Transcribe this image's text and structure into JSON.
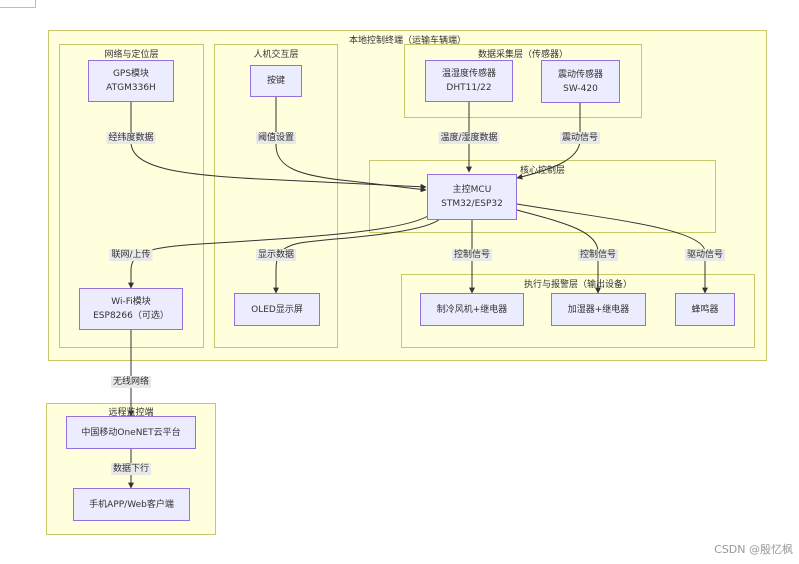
{
  "groups": {
    "terminal": "本地控制终端（运输车辆端）",
    "network": "网络与定位层",
    "hmi": "人机交互层",
    "sensor": "数据采集层（传感器）",
    "core": "核心控制层",
    "actuator": "执行与报警层（输出设备）",
    "remote": "远程监控端"
  },
  "nodes": {
    "gps": [
      "GPS模块",
      "ATGM336H"
    ],
    "key": [
      "按键"
    ],
    "dht": [
      "温湿度传感器",
      "DHT11/22"
    ],
    "sw": [
      "震动传感器",
      "SW-420"
    ],
    "mcu": [
      "主控MCU",
      "STM32/ESP32"
    ],
    "wifi": [
      "Wi-Fi模块",
      "ESP8266（可选）"
    ],
    "oled": [
      "OLED显示屏"
    ],
    "fan": [
      "制冷风机+继电器"
    ],
    "hum": [
      "加湿器+继电器"
    ],
    "buzzer": [
      "蜂鸣器"
    ],
    "cloud": [
      "中国移动OneNET云平台"
    ],
    "app": [
      "手机APP/Web客户端"
    ]
  },
  "edges": {
    "gps_mcu": "经纬度数据",
    "key_mcu": "阈值设置",
    "dht_mcu": "温度/湿度数据",
    "sw_mcu": "震动信号",
    "mcu_wifi": "联网/上传",
    "mcu_oled": "显示数据",
    "mcu_fan": "控制信号",
    "mcu_hum": "控制信号",
    "mcu_buzzer": "驱动信号",
    "wifi_cloud": "无线网络",
    "cloud_app": "数据下行"
  },
  "watermark": "CSDN @殷忆枫"
}
